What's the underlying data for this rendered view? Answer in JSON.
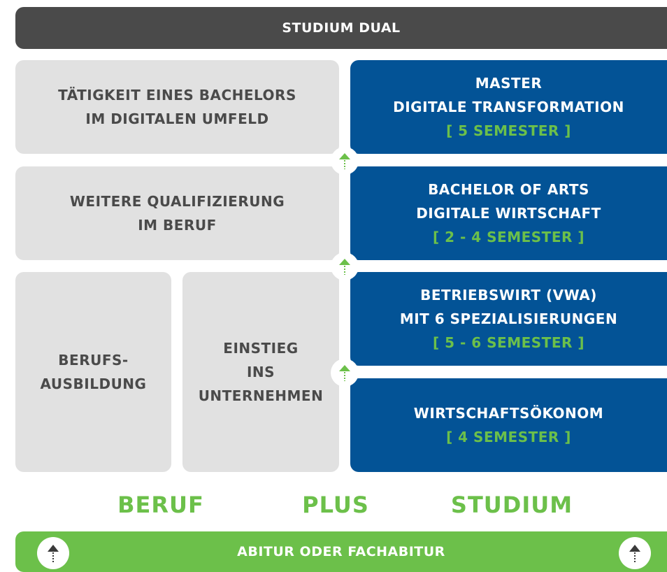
{
  "header": {
    "title": "STUDIUM DUAL"
  },
  "left_column": {
    "row1": {
      "line1": "TÄTIGKEIT EINES BACHELORS",
      "line2": "IM DIGITALEN UMFELD"
    },
    "row2": {
      "line1": "WEITERE QUALIFIZIERUNG",
      "line2": "IM BERUF"
    },
    "berufsausbildung": {
      "line1": "BERUFS-",
      "line2": "AUSBILDUNG"
    },
    "einstieg": {
      "line1": "EINSTIEG",
      "line2": "INS",
      "line3": "UNTERNEHMEN"
    }
  },
  "right_column": {
    "master": {
      "line1": "MASTER",
      "line2": "DIGITALE TRANSFORMATION",
      "duration": "[ 5 SEMESTER ]"
    },
    "bachelor": {
      "line1": "BACHELOR OF ARTS",
      "line2": "DIGITALE WIRTSCHAFT",
      "duration": "[ 2 - 4 SEMESTER ]"
    },
    "betriebswirt": {
      "line1": "BETRIEBSWIRT (VWA)",
      "line2": "MIT 6 SPEZIALISIERUNGEN",
      "duration": "[ 5 - 6 SEMESTER ]"
    },
    "wirtschaftsoekonom": {
      "line1": "WIRTSCHAFTSÖKONOM",
      "duration": "[ 4 SEMESTER ]"
    }
  },
  "labels": {
    "beruf": "BERUF",
    "plus": "PLUS",
    "studium": "STUDIUM"
  },
  "footer": {
    "title": "ABITUR ODER FACHABITUR"
  },
  "colors": {
    "dark": "#4a4a4a",
    "grey": "#e1e1e1",
    "blue": "#035396",
    "green": "#6cc04a"
  },
  "icons": {
    "progress_arrow": "arrow-up-icon",
    "footer_arrow": "arrow-up-circle-icon"
  }
}
